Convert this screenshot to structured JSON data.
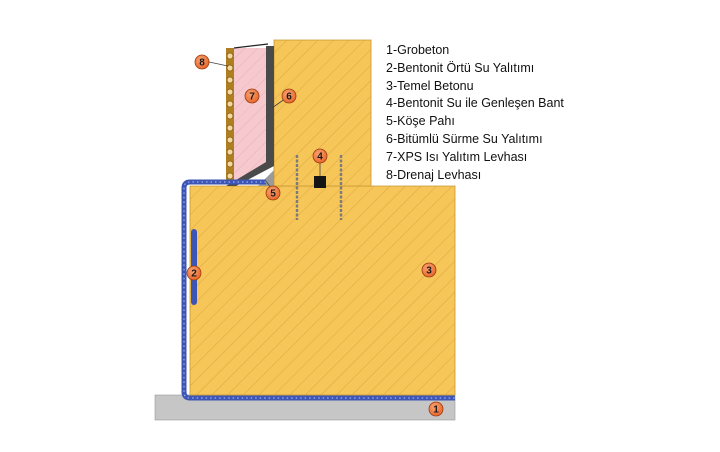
{
  "legend": [
    "1-Grobeton",
    "2-Bentonit Örtü Su Yalıtımı",
    "3-Temel Betonu",
    "4-Bentonit Su ile Genleşen Bant",
    "5-Köşe Pahı",
    "6-Bitümlü Sürme Su Yalıtımı",
    "7-XPS Isı Yalıtım Levhası",
    "8-Drenaj Levhası"
  ],
  "callouts": {
    "c1": "1",
    "c2": "2",
    "c3": "3",
    "c4": "4",
    "c5": "5",
    "c6": "6",
    "c7": "7",
    "c8": "8"
  },
  "colors": {
    "concrete": "#f6c659",
    "hatch": "#d9a23a",
    "lean_concrete": "#c4c4c4",
    "bentonite_membrane": "#3d55b5",
    "xps": "#f6c9cf",
    "drainage": "#b88a2c",
    "callout_fill": "#f07a3a"
  }
}
